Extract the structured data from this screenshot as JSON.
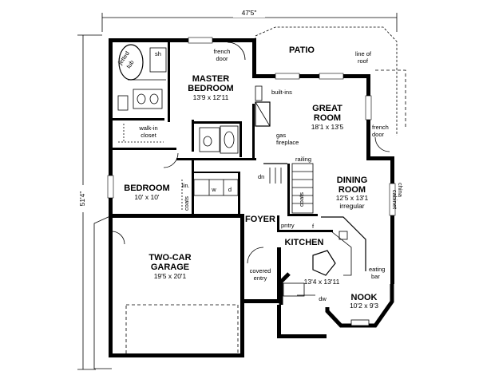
{
  "overall_width": "47'5\"",
  "overall_depth": "51'4\"",
  "rooms": {
    "patio": {
      "name": "PATIO"
    },
    "master_bedroom": {
      "name1": "MASTER",
      "name2": "BEDROOM",
      "dims": "13'9 x 12'11"
    },
    "great_room": {
      "name1": "GREAT",
      "name2": "ROOM",
      "dims": "18'1 x 13'5"
    },
    "bedroom": {
      "name": "BEDROOM",
      "dims": "10' x 10'"
    },
    "dining_room": {
      "name1": "DINING",
      "name2": "ROOM",
      "dims": "12'5 x 13'1",
      "note": "irregular"
    },
    "foyer": {
      "name": "FOYER"
    },
    "kitchen": {
      "name": "KITCHEN",
      "dims": "13'4 x 13'11"
    },
    "garage": {
      "name1": "TWO-CAR",
      "name2": "GARAGE",
      "dims": "19'5 x 20'1"
    },
    "nook": {
      "name": "NOOK",
      "dims": "10'2 x 9'3"
    }
  },
  "labels": {
    "jetted_tub_1": "jetted",
    "jetted_tub_2": "tub",
    "sh": "sh",
    "french_door_1a": "french",
    "french_door_1b": "door",
    "line_of_roof_1": "line of",
    "line_of_roof_2": "roof",
    "built_ins": "built-ins",
    "walk_in_1": "walk-in",
    "walk_in_2": "closet",
    "gas_1": "gas",
    "gas_2": "fireplace",
    "french_door_2a": "french",
    "french_door_2b": "door",
    "railing": "railing",
    "dn": "dn",
    "coats_1": "coats",
    "coats_2": "coats",
    "lin": "lin.",
    "w": "w",
    "d": "d",
    "china_1": "china",
    "china_2": "cabinet",
    "pntry": "pntry",
    "f": "f",
    "eating_1": "eating",
    "eating_2": "bar",
    "covered_1": "covered",
    "covered_2": "entry",
    "dw": "dw"
  }
}
